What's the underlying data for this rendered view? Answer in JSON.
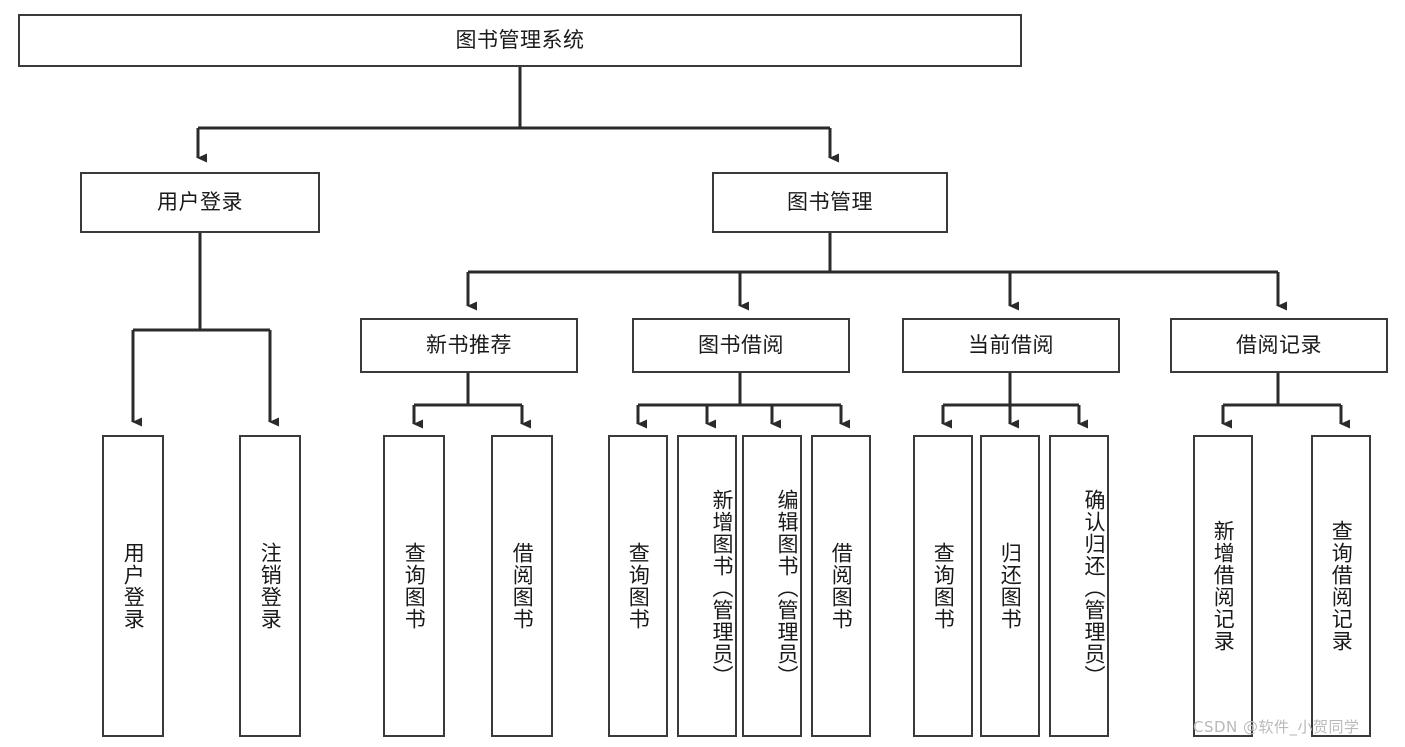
{
  "diagram": {
    "title": "图书管理系统",
    "type": "tree",
    "watermark": "CSDN @软件_小贺同学",
    "colors": {
      "background": "#ffffff",
      "box_border": "#3a3a3a",
      "connector": "#2b2b2b",
      "text": "#1a1a1a",
      "watermark": "#b9b9b9"
    },
    "root": {
      "label": "图书管理系统"
    },
    "level2": [
      {
        "label": "用户登录"
      },
      {
        "label": "图书管理"
      }
    ],
    "level3": [
      {
        "label": "新书推荐"
      },
      {
        "label": "图书借阅"
      },
      {
        "label": "当前借阅"
      },
      {
        "label": "借阅记录"
      }
    ],
    "leaves": {
      "user_login": [
        {
          "label": "用户登录"
        },
        {
          "label": "注销登录"
        }
      ],
      "new_book": [
        {
          "label": "查询图书"
        },
        {
          "label": "借阅图书"
        }
      ],
      "book_borrow": [
        {
          "label": "查询图书"
        },
        {
          "label": "新增图书（管理员）"
        },
        {
          "label": "编辑图书（管理员）"
        },
        {
          "label": "借阅图书"
        }
      ],
      "current_borrow": [
        {
          "label": "查询图书"
        },
        {
          "label": "归还图书"
        },
        {
          "label": "确认归还（管理员）"
        }
      ],
      "borrow_record": [
        {
          "label": "新增借阅记录"
        },
        {
          "label": "查询借阅记录"
        }
      ]
    }
  }
}
